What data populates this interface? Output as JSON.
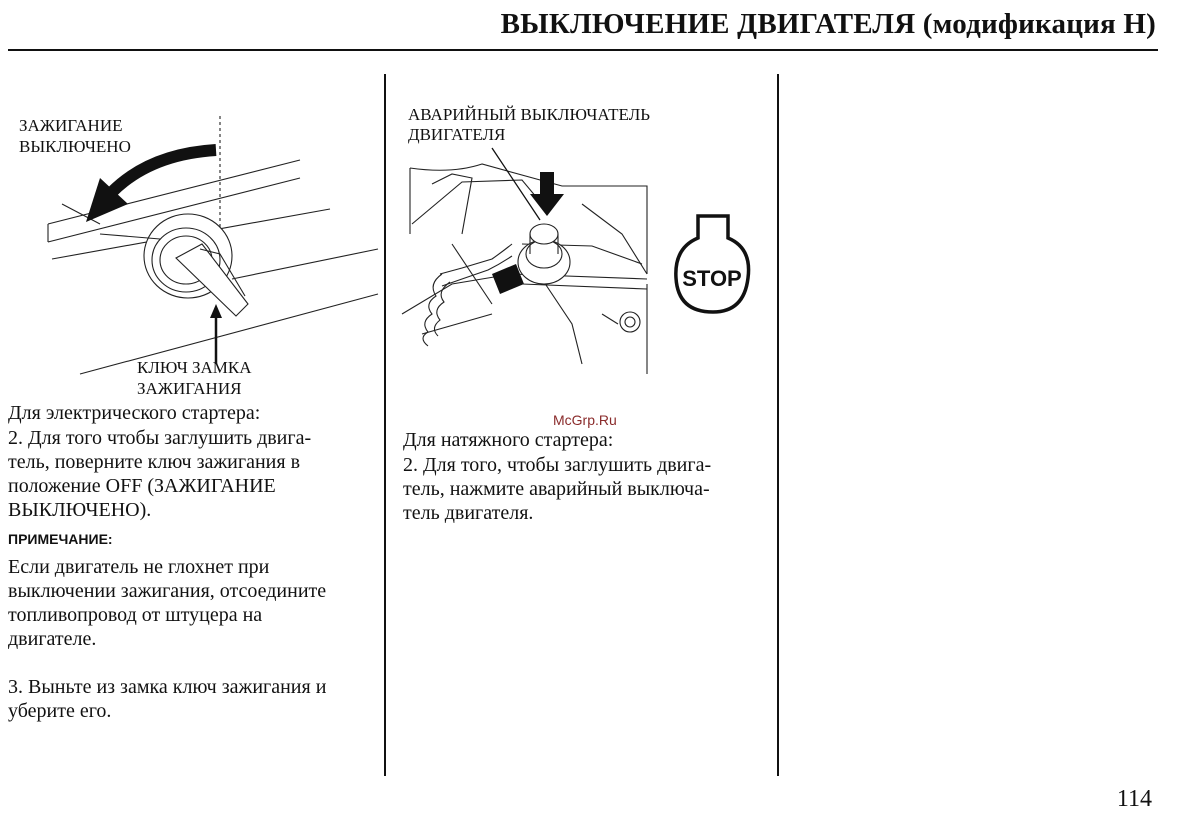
{
  "header": {
    "title": "ВЫКЛЮЧЕНИЕ ДВИГАТЕЛЯ (модификация Н)"
  },
  "left_column": {
    "figure_labels": {
      "ignition_off": [
        "ЗАЖИГАНИЕ",
        "ВЫКЛЮЧЕНО"
      ],
      "ignition_key": [
        "КЛЮЧ ЗАМКА",
        "ЗАЖИГАНИЯ"
      ]
    },
    "step_lines": [
      "Для электрического стартера:",
      "2. Для того чтобы заглушить двига-",
      "тель, поверните ключ зажигания в",
      "положение OFF (ЗАЖИГАНИЕ",
      "ВЫКЛЮЧЕНО)."
    ],
    "note_heading": "ПРИМЕЧАНИЕ:",
    "note_lines": [
      "Если двигатель не глохнет при",
      "выключении зажигания, отсоедините",
      "топливопровод от штуцера на",
      "двигателе."
    ],
    "step3_lines": [
      "3. Выньте из замка ключ зажигания и",
      "уберите его."
    ]
  },
  "middle_column": {
    "figure_labels": {
      "stop_switch": [
        "АВАРИЙНЫЙ ВЫКЛЮЧАТЕЛЬ",
        "ДВИГАТЕЛЯ"
      ],
      "stop_symbol": "STOP"
    },
    "watermark": "McGrp.Ru",
    "step_lines": [
      "Для натяжного стартера:",
      "2. Для того, чтобы заглушить двига-",
      "тель, нажмите аварийный выключа-",
      "тель двигателя."
    ]
  },
  "footer": {
    "page_number": "114"
  }
}
